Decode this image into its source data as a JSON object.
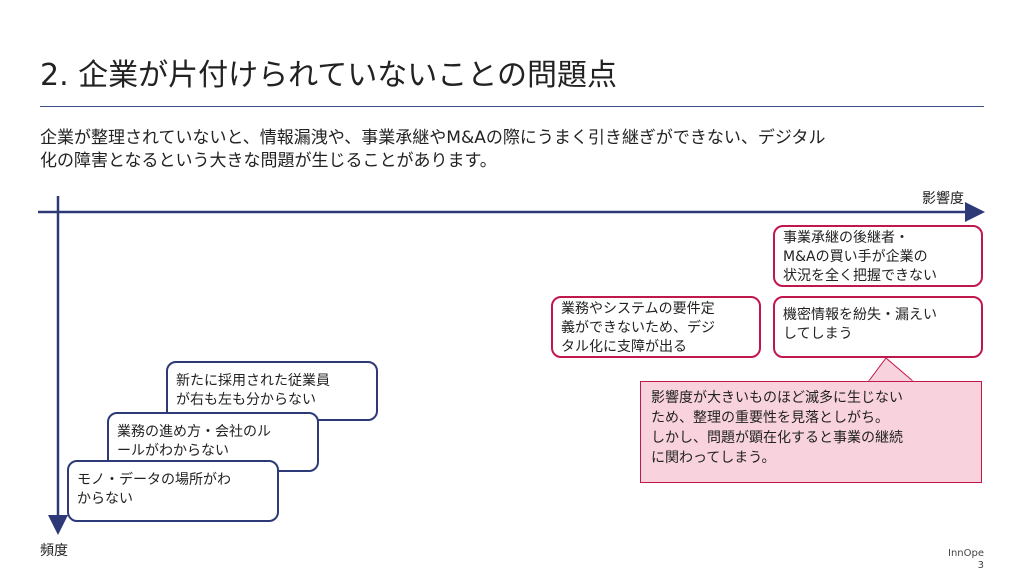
{
  "title": "2. 企業が片付けられていないことの問題点",
  "intro": [
    "企業が整理されていないと、情報漏洩や、事業承継やM&Aの際にうまく引き継ぎができない、デジタル",
    "化の障害となるという大きな問題が生じることがあります。"
  ],
  "axes": {
    "x_label": "影響度",
    "y_label": "頻度"
  },
  "items": [
    {
      "lines": [
        "事業承継の後継者・",
        "M&Aの買い手が企業の",
        "状況を全く把握できない"
      ],
      "color": "#c0184c"
    },
    {
      "lines": [
        "業務やシステムの要件定",
        "義ができないため、デジ",
        "タル化に支障が出る"
      ],
      "color": "#c0184c"
    },
    {
      "lines": [
        "機密情報を紛失・漏えい",
        "してしまう"
      ],
      "color": "#c0184c"
    },
    {
      "lines": [
        "新たに採用された従業員",
        "が右も左も分からない"
      ],
      "color": "#2e3a78"
    },
    {
      "lines": [
        "業務の進め方・会社のル",
        "ールがわからない"
      ],
      "color": "#2e3a78"
    },
    {
      "lines": [
        "モノ・データの場所がわ",
        "からない"
      ],
      "color": "#2e3a78"
    }
  ],
  "callout": {
    "lines": [
      "影響度が大きいものほど滅多に生じない",
      "ため、整理の重要性を見落としがち。",
      "しかし、問題が顕在化すると事業の継続",
      "に関わってしまう。"
    ],
    "fill": "#f8d3dd",
    "border": "#c0184c"
  },
  "footer": {
    "brand": "InnOpe",
    "page": "3"
  },
  "colors": {
    "axis": "#2e3a78",
    "title_rule": "#3d4f8e"
  }
}
